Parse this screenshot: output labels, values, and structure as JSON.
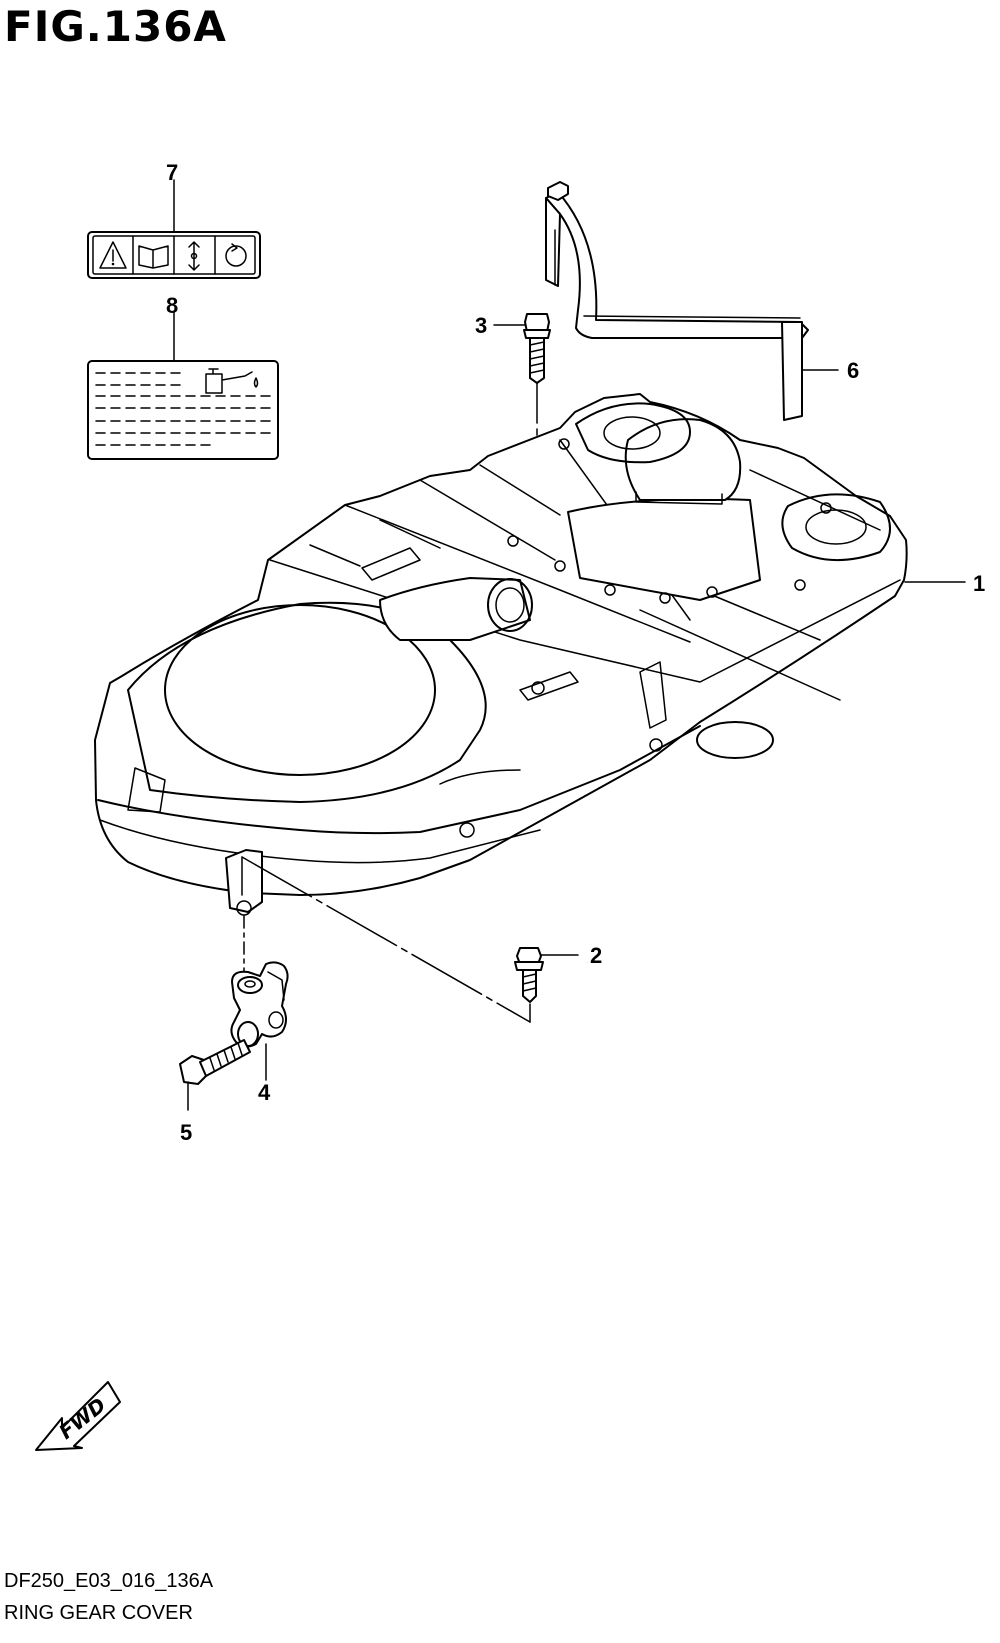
{
  "figure": {
    "title": "FIG.136A",
    "code": "DF250_E03_016_136A",
    "name": "RING GEAR COVER"
  },
  "callouts": {
    "c1": "1",
    "c2": "2",
    "c3": "3",
    "c4": "4",
    "c5": "5",
    "c6": "6",
    "c7": "7",
    "c8": "8"
  },
  "fwd_label": "FWD"
}
